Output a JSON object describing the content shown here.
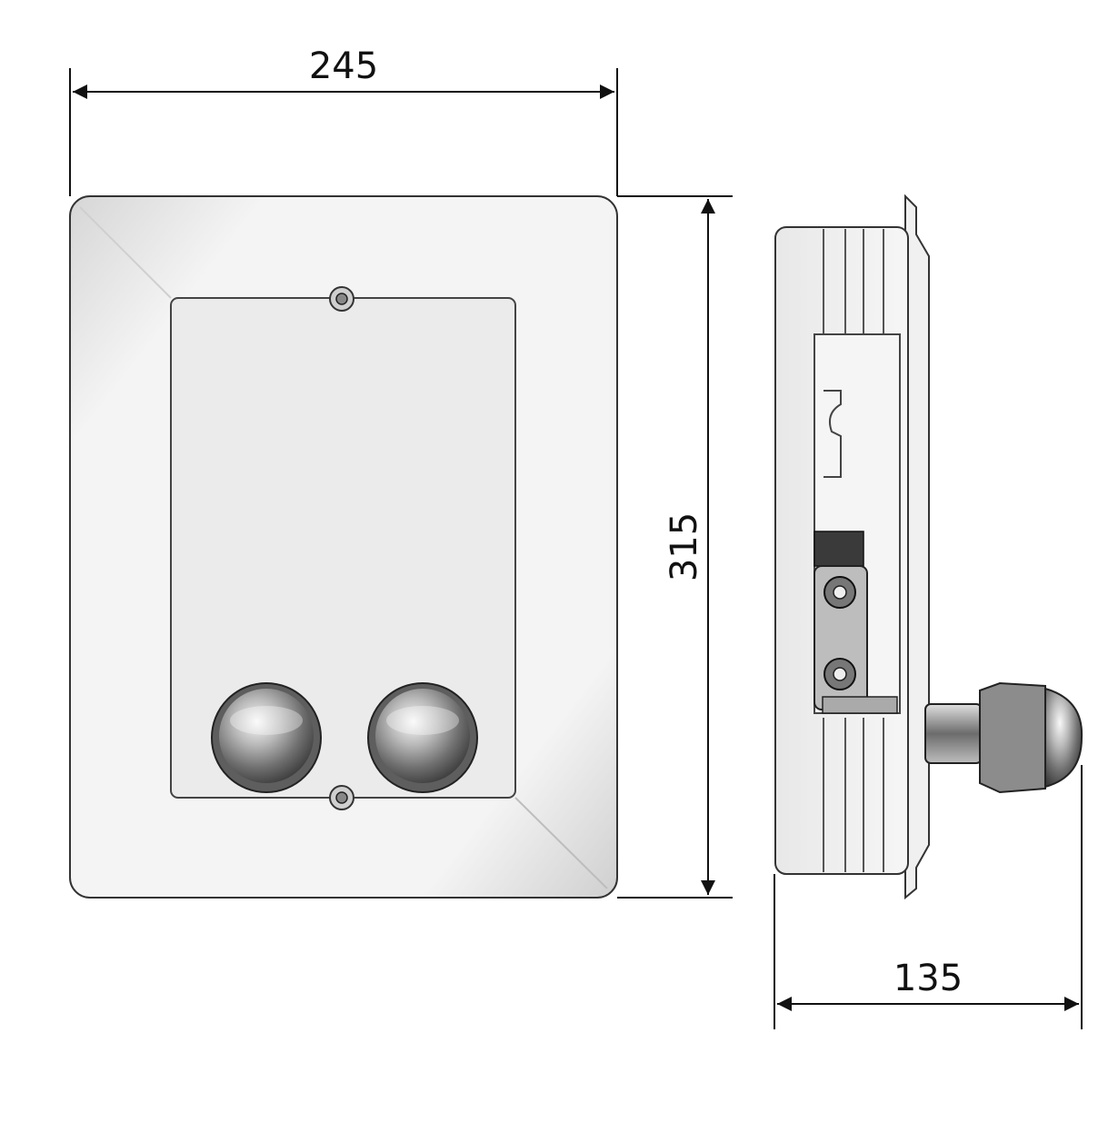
{
  "dimensions": {
    "width": "245",
    "height": "315",
    "depth": "135"
  },
  "colors": {
    "line": "#1a1a1a",
    "plate": "#f3f3f3",
    "panel": "#ececec",
    "shade": "#c9c9c9",
    "chrome": "#8a8a8a"
  }
}
